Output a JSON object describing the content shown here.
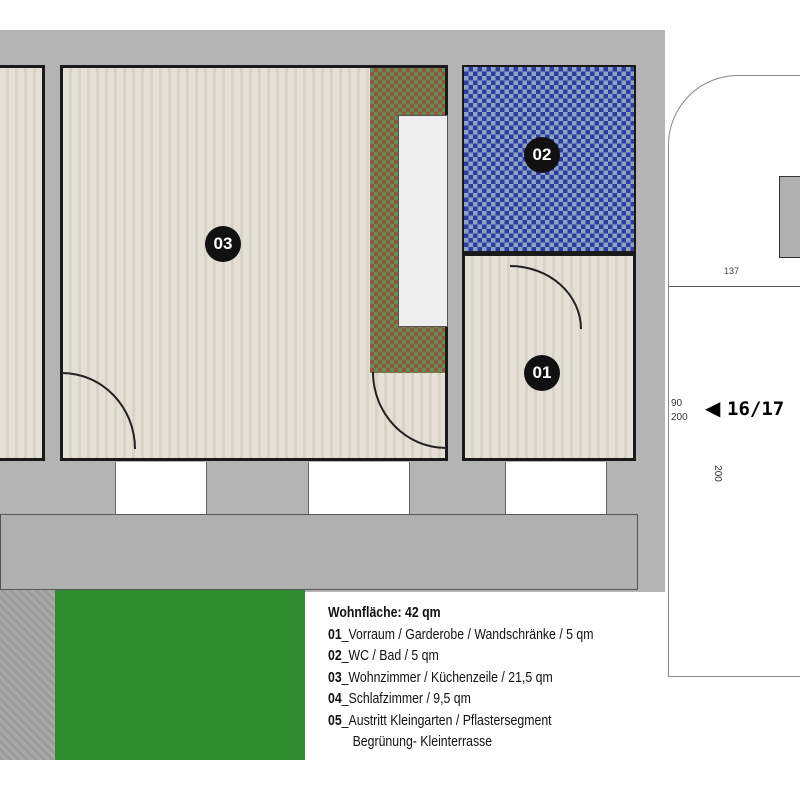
{
  "rooms": {
    "r01": "01",
    "r02": "02",
    "r03": "03"
  },
  "stair": {
    "level": "16/17",
    "dim_top": "137",
    "dim_a": "90",
    "dim_b": "200",
    "dim_c": "200"
  },
  "legend": {
    "title": "Wohnfläche: 42 qm",
    "items": [
      {
        "num": "01",
        "text": "_Vorraum / Garderobe / Wandschränke / 5 qm"
      },
      {
        "num": "02",
        "text": "_WC / Bad / 5 qm"
      },
      {
        "num": "03",
        "text": "_Wohnzimmer / Küchenzeile / 21,5 qm"
      },
      {
        "num": "04",
        "text": "_Schlafzimmer / 9,5 qm"
      },
      {
        "num": "05",
        "text": "_Austritt Kleingarten / Pflastersegment"
      }
    ],
    "continuation": "Begrünung- Kleinterrasse"
  },
  "colors": {
    "garden": "#2e8b2e",
    "wall": "#b4b4b4",
    "paving": "#9a9a9a"
  }
}
